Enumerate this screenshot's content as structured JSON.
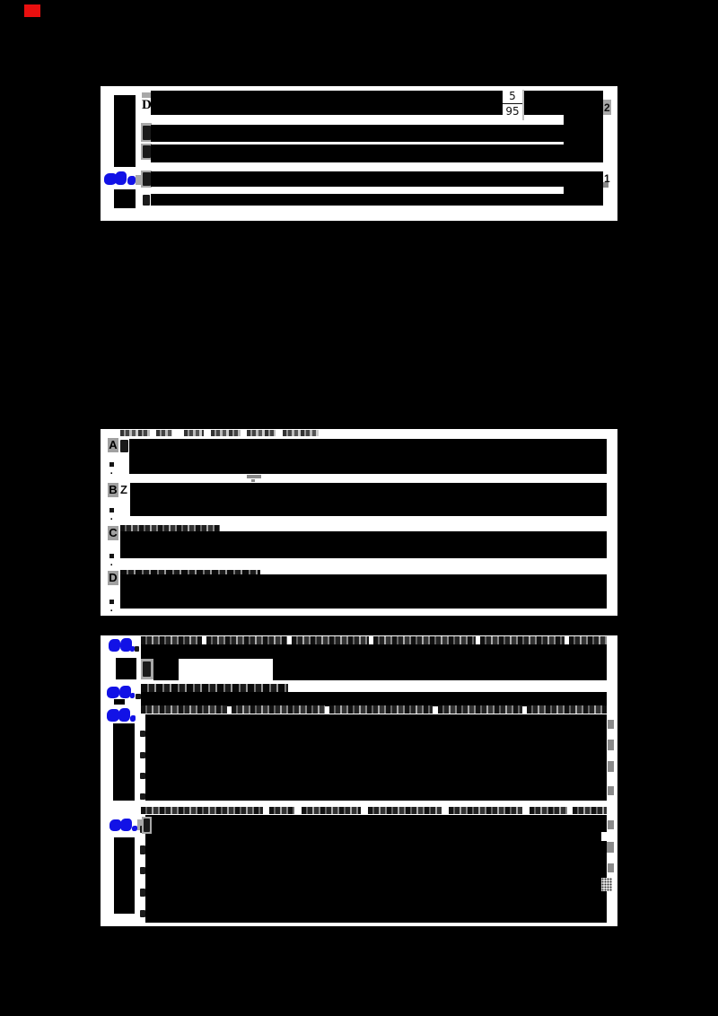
{
  "colors": {
    "background": "#000000",
    "page": "#ffffff",
    "redaction": "#000000",
    "annotation_blue": "#1212e6",
    "highlight_gray": "#a8a8a8",
    "marker_red": "#e90f0f"
  },
  "score_fraction": {
    "numerator": "5",
    "denominator": "95"
  },
  "box1": {
    "row1_lead_char": "D",
    "row1_right_char": "2",
    "row2_right_char": "1"
  },
  "options": {
    "items": [
      {
        "label": "A",
        "bullet": "."
      },
      {
        "label": "B",
        "lead_char": "Z",
        "bullet": "."
      },
      {
        "label": "C",
        "bullet": "."
      },
      {
        "label": "D",
        "bullet": "."
      }
    ]
  },
  "annotations": {
    "blue_note_count": 5
  }
}
